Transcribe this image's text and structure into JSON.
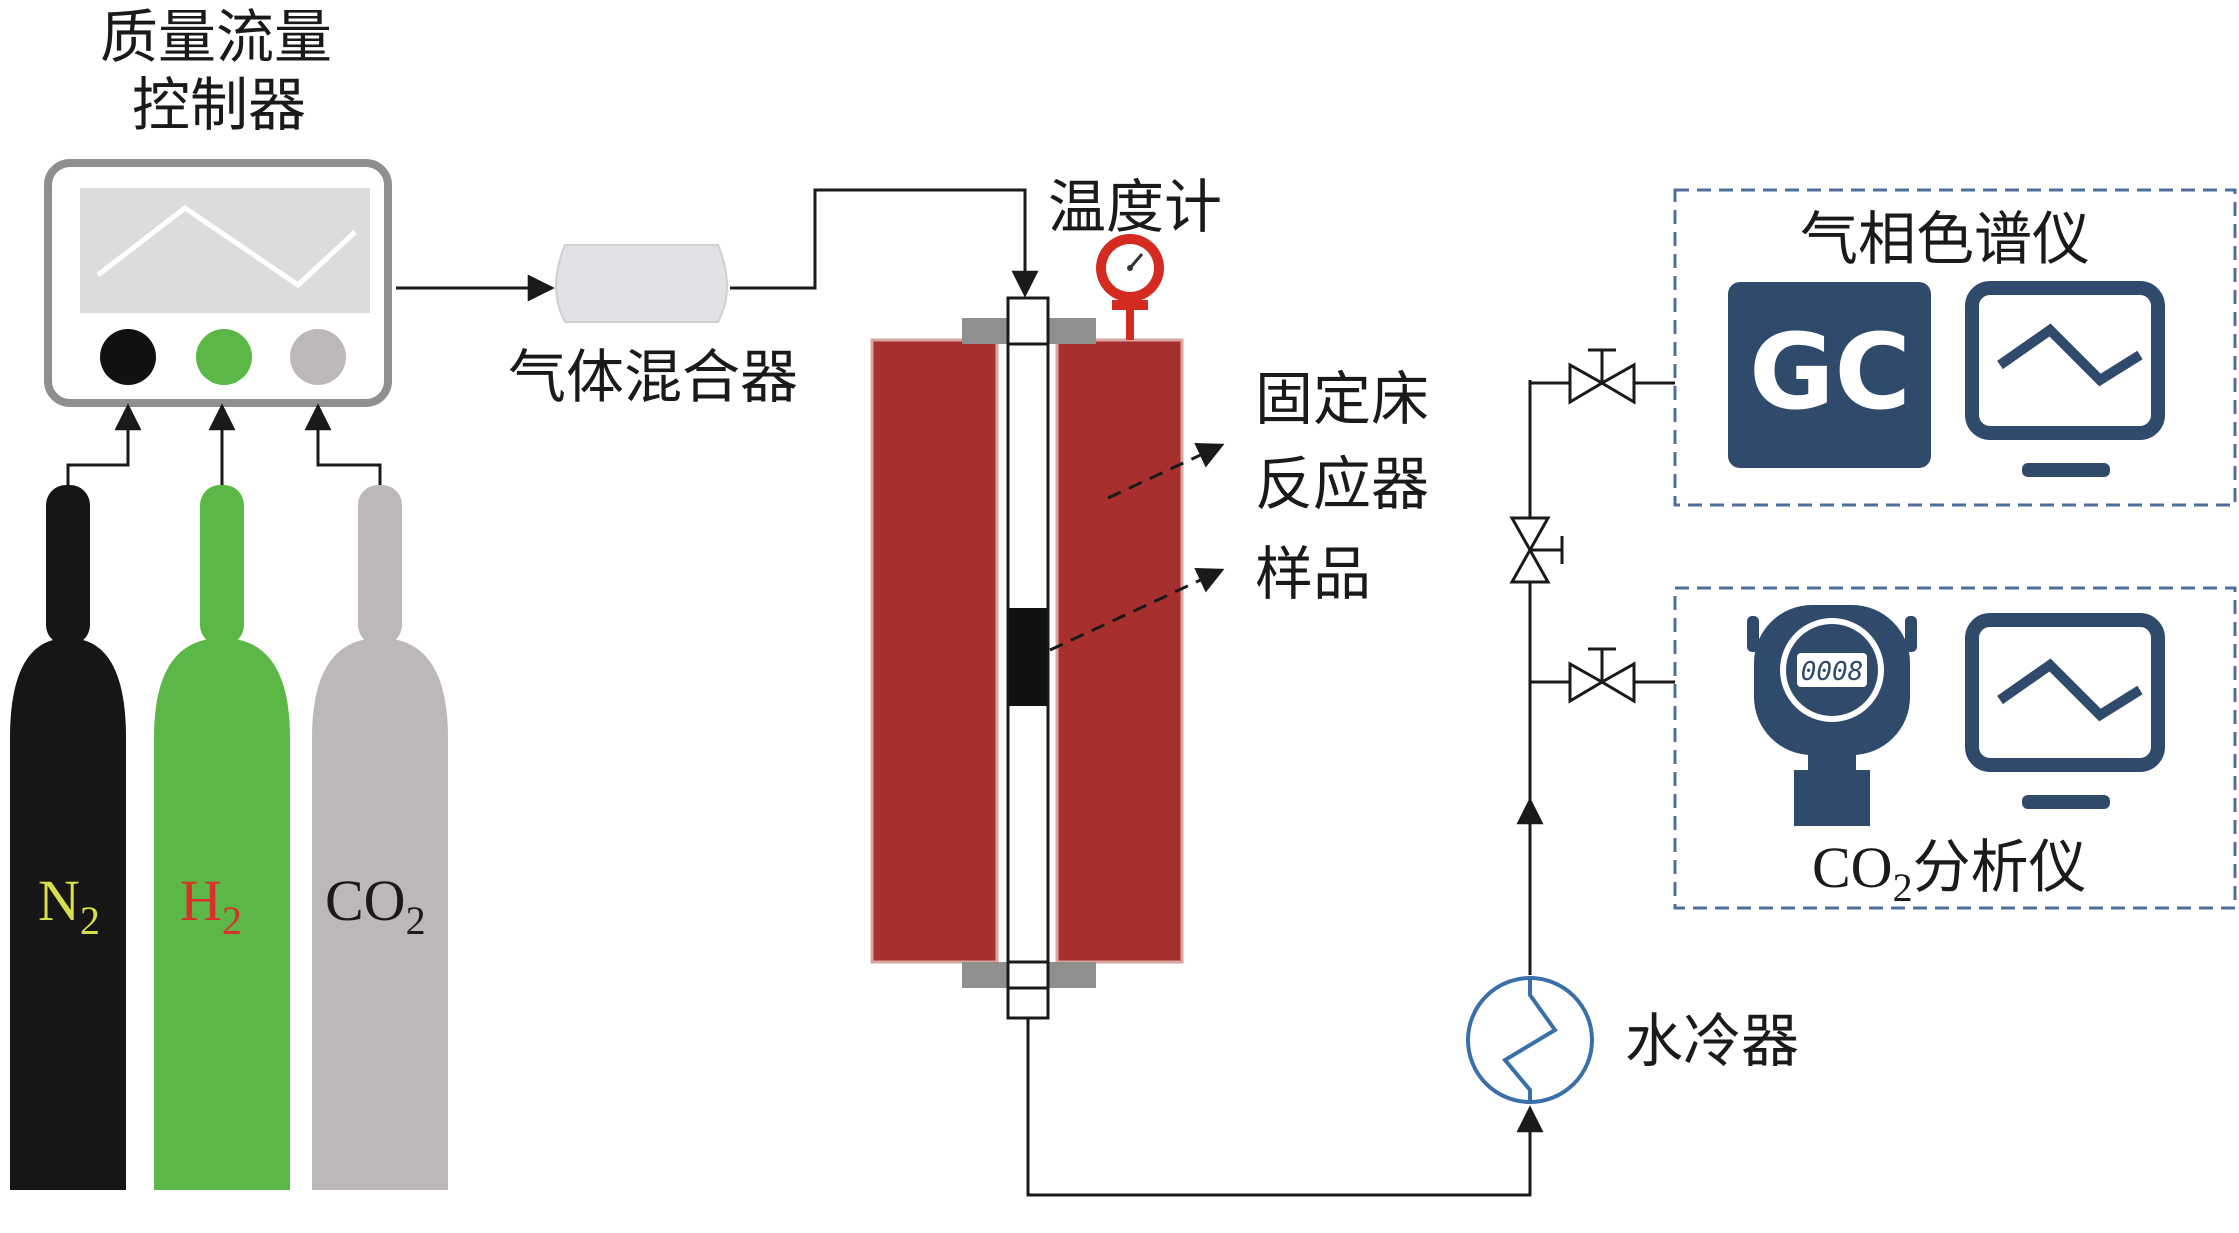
{
  "labels": {
    "mfc_line1": "质量流量",
    "mfc_line2": "控制器",
    "mixer": "气体混合器",
    "thermometer": "温度计",
    "reactor_line1": "固定床",
    "reactor_line2": "反应器",
    "sample": "样品",
    "gc_title": "气相色谱仪",
    "gc_logo": "GC",
    "co2_analyzer_prefix": "CO",
    "co2_analyzer_sub": "2",
    "co2_analyzer_suffix": "分析仪",
    "cooler": "水冷器",
    "display_readout": "0008"
  },
  "cylinders": [
    {
      "id": "n2",
      "base": "N",
      "sub": "2",
      "color": "#161616",
      "text_color": "#d7e04a"
    },
    {
      "id": "h2",
      "base": "H",
      "sub": "2",
      "color": "#5cb846",
      "text_color": "#d9302c"
    },
    {
      "id": "co2",
      "base": "CO",
      "sub": "2",
      "color": "#bdb8b8",
      "text_color": "#1a1a1a"
    }
  ],
  "colors": {
    "furnace": "#a7302e",
    "device_blue": "#2f4a6b",
    "line": "#1a1a1a",
    "dashed_box": "#4d6f99",
    "cooler": "#3b6fa8",
    "gauge": "#d42a22",
    "flange": "#8f8f8f",
    "mixer": "#e2e2e6"
  }
}
